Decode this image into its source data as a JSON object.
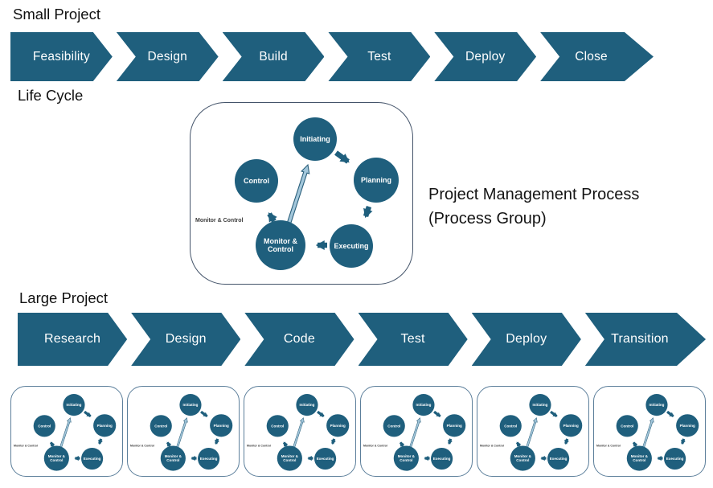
{
  "colors": {
    "teal": "#1F5F7D",
    "light_arrow": "#A3C7DB",
    "arrow_outline": "#2B5F7B",
    "box_border": "#44546A",
    "mini_border": "#5C7F9B"
  },
  "small_project": {
    "title": "Small Project",
    "stages": [
      "Feasibility",
      "Design",
      "Build",
      "Test",
      "Deploy",
      "Close"
    ]
  },
  "life_cycle": {
    "label": "Life Cycle"
  },
  "caption": {
    "line1": "Project Management Process",
    "line2": "(Process Group)"
  },
  "cycle": {
    "nodes": {
      "initiating": "Initiating",
      "planning": "Planning",
      "executing": "Executing",
      "monitor_control": "Monitor & Control",
      "control": "Control"
    },
    "outer_label": "Monitor & Control"
  },
  "large_project": {
    "title": "Large Project",
    "stages": [
      "Research",
      "Design",
      "Code",
      "Test",
      "Deploy",
      "Transition"
    ]
  },
  "mini_diagrams": {
    "count": 6
  }
}
